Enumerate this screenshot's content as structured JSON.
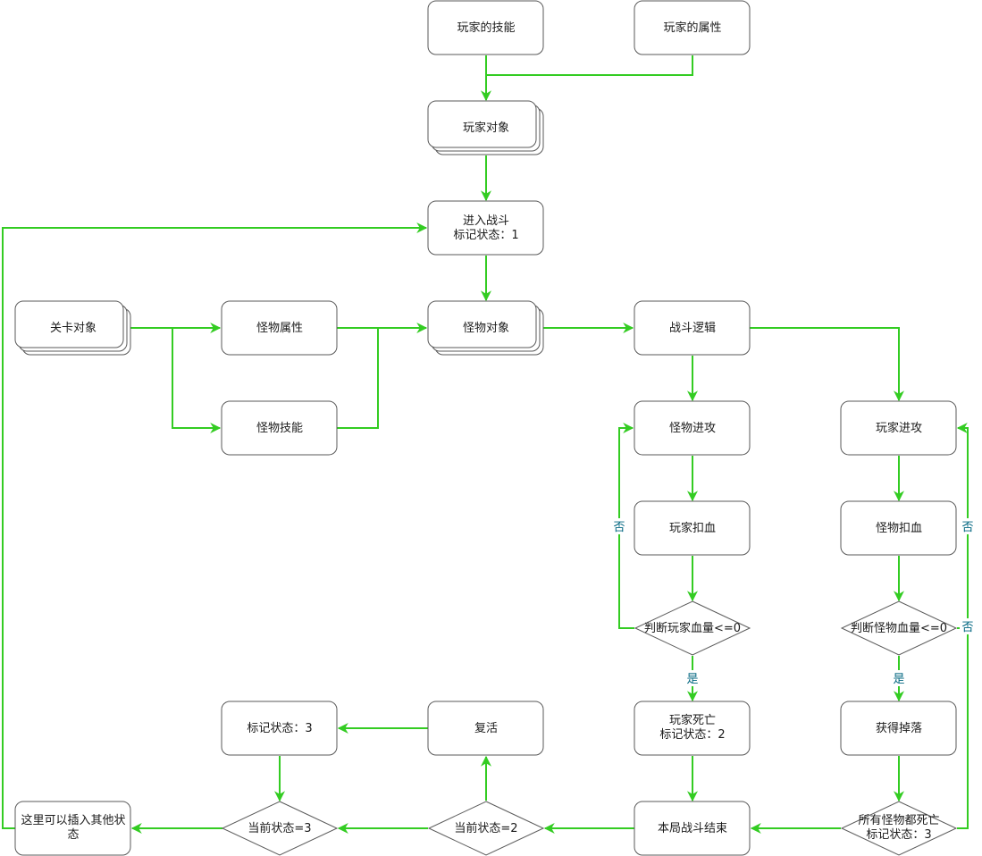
{
  "nodes": {
    "player_skill": "玩家的技能",
    "player_attr": "玩家的属性",
    "player_obj": "玩家对象",
    "enter_battle_1": "进入战斗",
    "enter_battle_2": "标记状态：1",
    "level_obj": "关卡对象",
    "monster_attr": "怪物属性",
    "monster_skill": "怪物技能",
    "monster_obj": "怪物对象",
    "battle_logic": "战斗逻辑",
    "monster_attack": "怪物进攻",
    "player_attack": "玩家进攻",
    "player_hp_loss": "玩家扣血",
    "monster_hp_loss": "怪物扣血",
    "judge_player_hp": "判断玩家血量<=0",
    "judge_monster_hp": "判断怪物血量<=0",
    "player_dead_1": "玩家死亡",
    "player_dead_2": "标记状态：2",
    "get_drop": "获得掉落",
    "revive": "复活",
    "mark_state_3": "标记状态：3",
    "all_dead_1": "所有怪物都死亡",
    "all_dead_2": "标记状态：3",
    "round_end": "本局战斗结束",
    "state_eq_2": "当前状态=2",
    "state_eq_3": "当前状态=3",
    "insert_other_1": "这里可以插入其他状",
    "insert_other_2": "态"
  },
  "edge_labels": {
    "no_left": "否",
    "no_right_top": "否",
    "no_right_bottom": "否",
    "yes_left": "是",
    "yes_right": "是"
  },
  "colors": {
    "edge": "#33cc22",
    "node_border": "#5a5a5a",
    "edge_label": "#006680"
  }
}
